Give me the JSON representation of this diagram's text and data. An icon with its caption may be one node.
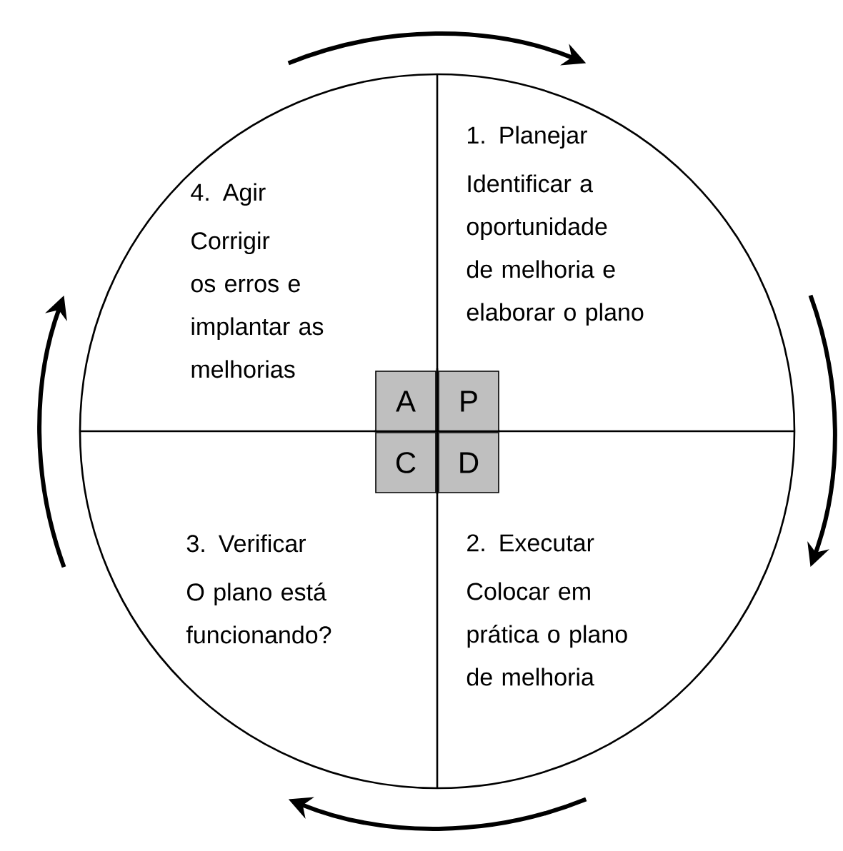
{
  "diagram": {
    "nodes": [
      {
        "text": [],
        "shape": "circle"
      },
      {
        "text": [
          "4. Agir",
          "Corrigir os erros e implantar as melhorias"
        ],
        "in": 0
      },
      {
        "text": [
          "1. Planejar",
          "Identificar a oportunidade de melhoria e elaborar o plano"
        ],
        "in": 0
      },
      {
        "text": [
          "3. Verificar",
          "O plano está funcionando?"
        ],
        "in": 0
      },
      {
        "text": [
          "2. Executar",
          "Colocar em prática o plano de melhoria"
        ],
        "in": 0
      },
      {
        "text": [
          "A"
        ],
        "in": 0
      },
      {
        "text": [
          "P"
        ],
        "in": 0
      },
      {
        "text": [
          "C"
        ],
        "in": 0
      },
      {
        "text": [
          "D"
        ],
        "in": 0
      }
    ]
  }
}
